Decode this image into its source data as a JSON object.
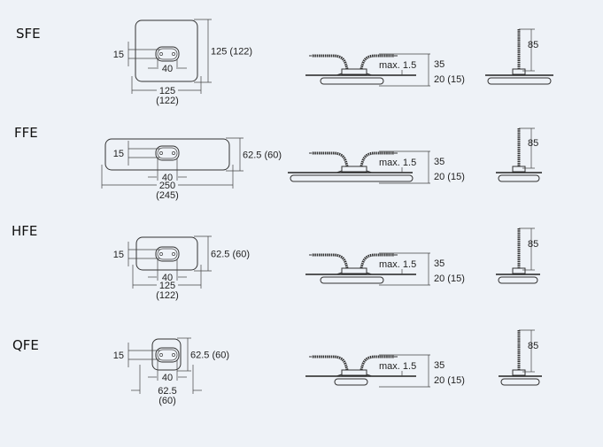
{
  "models": [
    {
      "name": "SFE",
      "slot_height": "15",
      "slot_width": "40",
      "height_dim": "125 (122)",
      "width_dim": "125",
      "width_dim_alt": "(122)",
      "side_max": "max. 1.5",
      "side_height_top": "35",
      "side_height_bottom": "20 (15)",
      "end_height": "85"
    },
    {
      "name": "FFE",
      "slot_height": "15",
      "slot_width": "40",
      "height_dim": "62.5 (60)",
      "width_dim": "250",
      "width_dim_alt": "(245)",
      "side_max": "max. 1.5",
      "side_height_top": "35",
      "side_height_bottom": "20 (15)",
      "end_height": "85"
    },
    {
      "name": "HFE",
      "slot_height": "15",
      "slot_width": "40",
      "height_dim": "62.5 (60)",
      "width_dim": "125",
      "width_dim_alt": "(122)",
      "side_max": "max. 1.5",
      "side_height_top": "35",
      "side_height_bottom": "20 (15)",
      "end_height": "85"
    },
    {
      "name": "QFE",
      "slot_height": "15",
      "slot_width": "40",
      "height_dim": "62.5 (60)",
      "width_dim": "62.5",
      "width_dim_alt": "(60)",
      "side_max": "max. 1.5",
      "side_height_top": "35",
      "side_height_bottom": "20 (15)",
      "end_height": "85"
    }
  ]
}
